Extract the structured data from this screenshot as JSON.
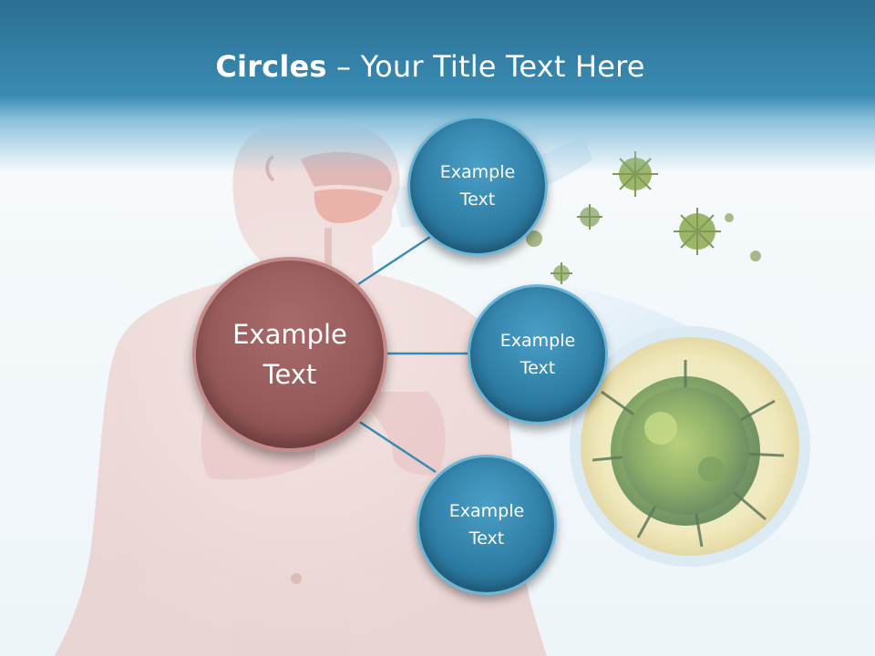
{
  "slide": {
    "title_bold": "Circles",
    "title_rest": " – Your Title Text Here"
  },
  "center_circle": {
    "line1": "Example",
    "line2": "Text"
  },
  "satellites": [
    {
      "line1": "Example",
      "line2": "Text"
    },
    {
      "line1": "Example",
      "line2": "Text"
    },
    {
      "line1": "Example",
      "line2": "Text"
    }
  ],
  "colors": {
    "header": "#2b6f93",
    "satellite_circle": "#2f7ea6",
    "center_circle": "#975a5a",
    "connector": "#3a8bb2"
  }
}
